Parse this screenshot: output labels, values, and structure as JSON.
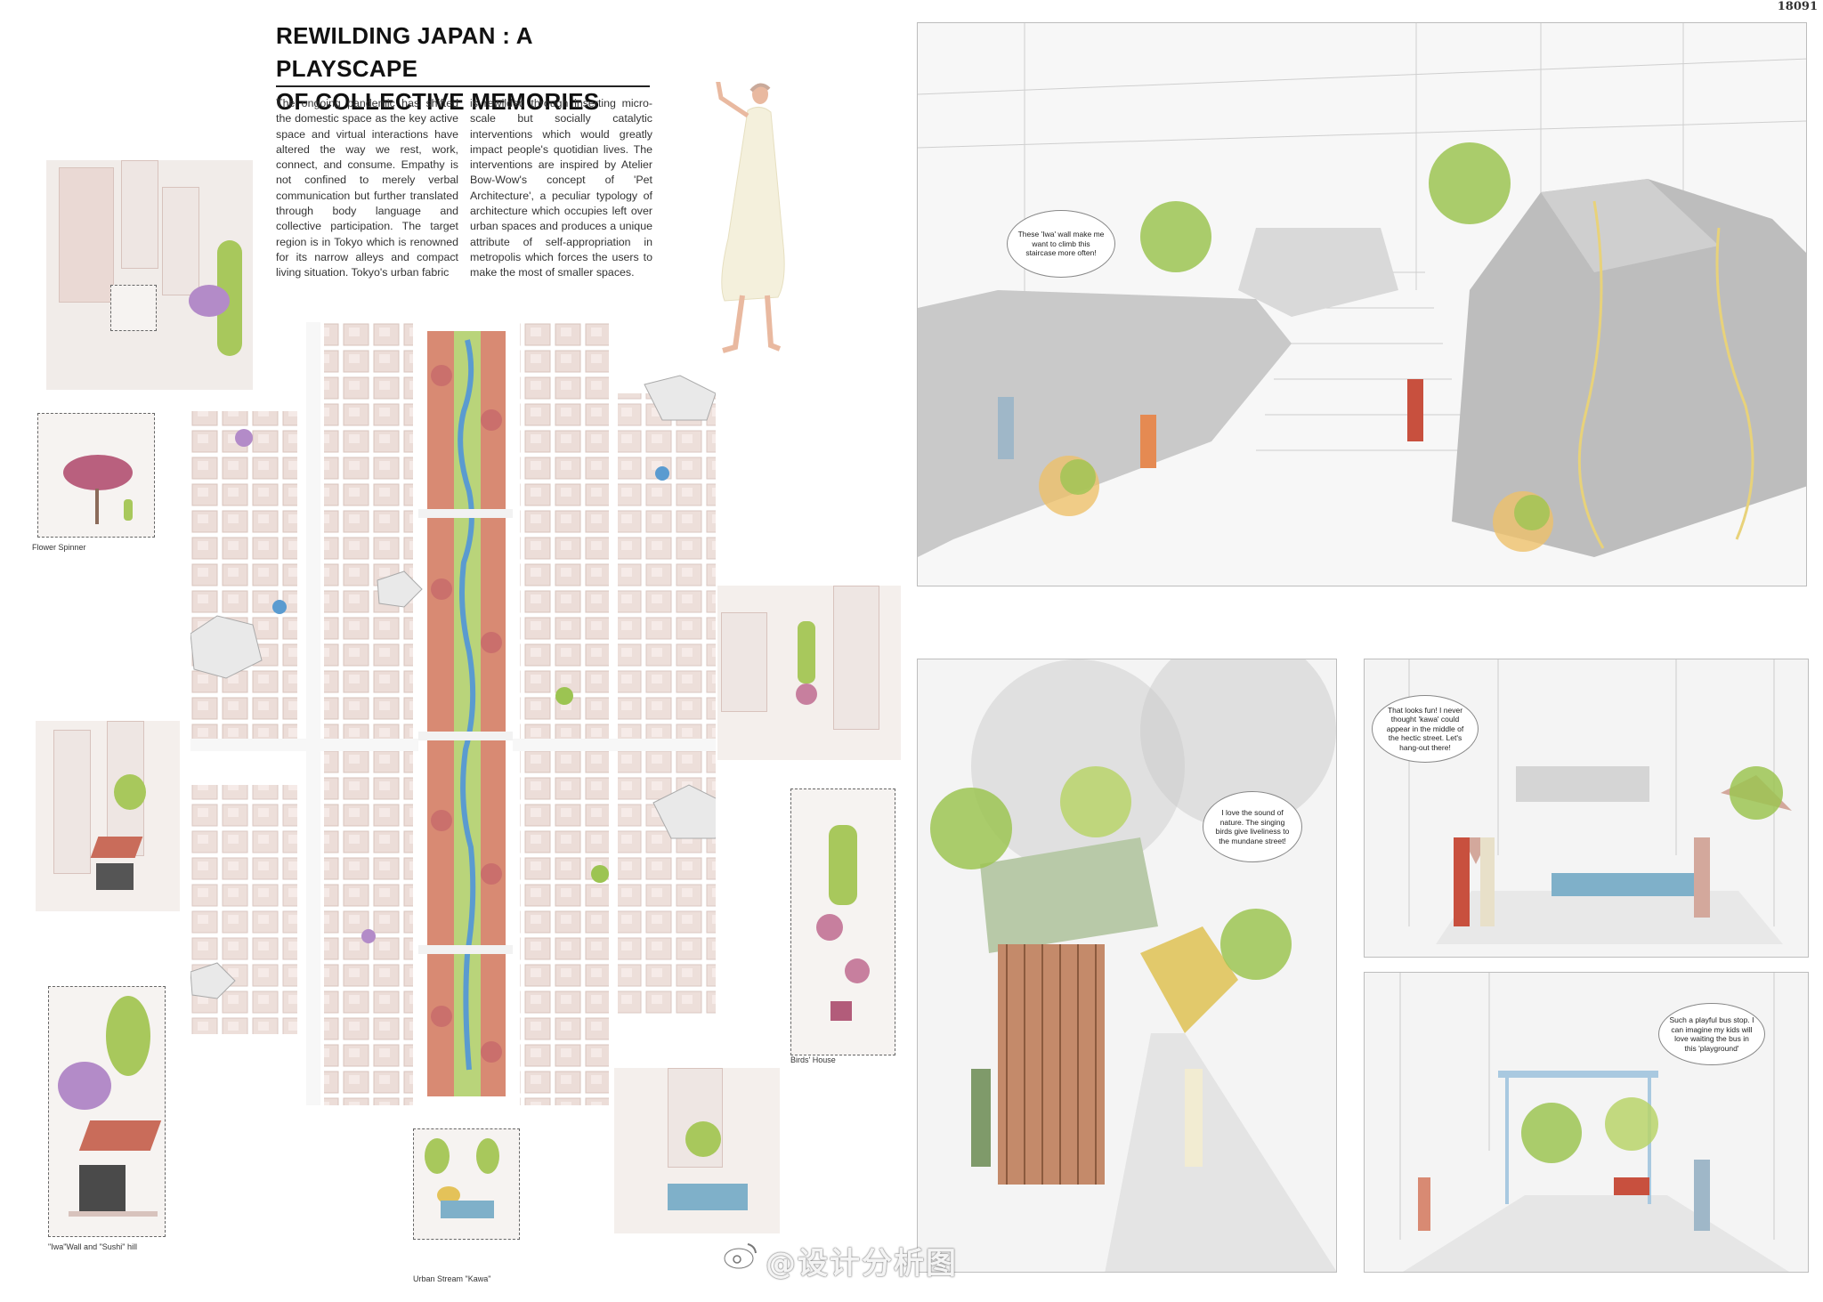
{
  "sheet_id": "18091",
  "title_line1": "REWILDING JAPAN : A PLAYSCAPE",
  "title_line2": "OF COLLECTIVE MEMORIES",
  "description_col1": "The ongoing pandemic has shifted the domestic space as the key active space and virtual interactions have altered the way we rest, work, connect, and consume. Empathy is not confined to merely verbal communication but further translated through body language and collective participation. The target region is in Tokyo which is renowned for its narrow alleys and compact living situation. Tokyo's urban fabric",
  "description_col2": "is rewilded through inserting micro-scale but socially catalytic interventions which would greatly impact people's quotidian lives. The interventions are inspired by Atelier Bow-Wow's concept of 'Pet Architecture', a peculiar typology of architecture which occupies left over urban spaces and produces a unique attribute of self-appropriation in metropolis which forces the users to make the most of smaller spaces.",
  "captions": {
    "flower_spinner": "Flower Spinner",
    "iwa_wall": "\"Iwa\"Wall and \"Sushi\" hill",
    "birds_house": "Birds' House",
    "urban_stream": "Urban Stream \"Kawa\""
  },
  "bubbles": {
    "staircase": "These 'Iwa' wall make me want to climb this staircase more often!",
    "nature": "I love the sound of nature. The singing birds give liveliness to the mundane street!",
    "kawa": "That looks fun! I never thought 'kawa' could appear in the middle of the hectic street. Let's hang-out there!",
    "bus_stop": "Such a playful bus stop. I can imagine my kids will love waiting the bus in this 'playground'"
  },
  "watermark": "@设计分析图",
  "colors": {
    "block_pink": "#ead9d4",
    "stream_green": "#b9d47a",
    "tree_green": "#9cc452",
    "blossom": "#c77f9e",
    "rock_grey": "#bdbdbd"
  }
}
